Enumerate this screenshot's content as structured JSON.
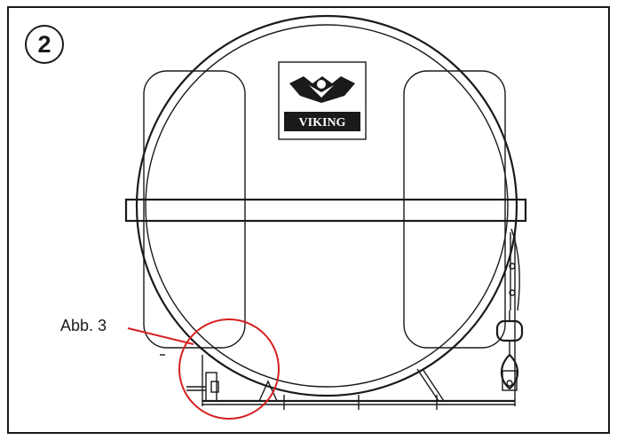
{
  "figure": {
    "step_number": "2",
    "callout_label": "Abb. 3",
    "logo_text": "VIKING",
    "callout_color": "#d62020",
    "line_color": "#1a1a1a"
  }
}
